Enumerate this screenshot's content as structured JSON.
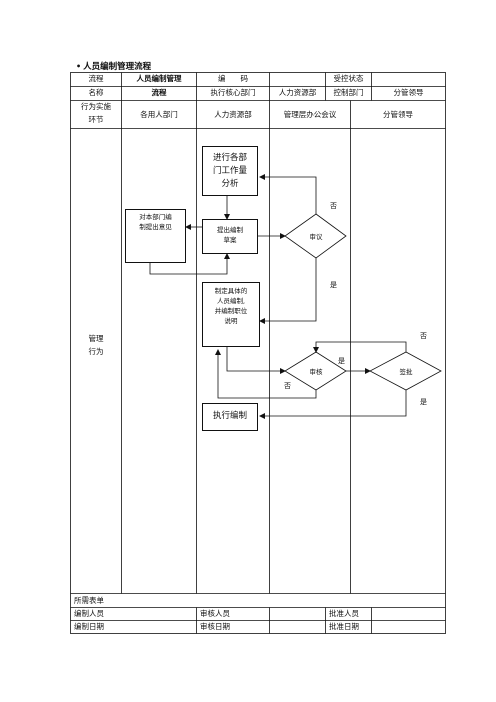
{
  "title": "人员编制管理流程",
  "header": {
    "row1": {
      "flow_label": "流程",
      "flow_name": "人员编制管理",
      "code_label": "编　　码",
      "status_label": "受控状态"
    },
    "row2": {
      "name_label": "名称",
      "flow_name_cont": "流程",
      "exec_dept": "执行核心部门",
      "hr_dept": "人力资源部",
      "ctrl_dept": "控制部门",
      "leader": "分管领导"
    },
    "row3": {
      "stage_label_1": "行为实施",
      "stage_label_2": "环节",
      "col1": "各用人部门",
      "col2": "人力资源部",
      "col3": "管理层办公会议",
      "col4": "分管领导"
    }
  },
  "left_label": {
    "line1": "管理",
    "line2": "行为"
  },
  "flow": {
    "analyze": "进行各部\n门工作量\n分析",
    "dept_opinion": "对本部门编\n制提出意见",
    "propose": "提出编制\n草案",
    "review1": "审议",
    "no1": "否",
    "yes1": "是",
    "formulate": "制定具体的\n人员编制,\n并编制职位\n说明",
    "review2": "审核",
    "yes2": "是",
    "no2": "否",
    "approve": "签批",
    "no3": "否",
    "yes3": "是",
    "execute": "执行编制"
  },
  "footer": {
    "forms_label": "所需表单",
    "drafter_label": "编制人员",
    "reviewer_label": "审核人员",
    "approver_label": "批准人员",
    "draft_date_label": "编制日期",
    "review_date_label": "审核日期",
    "approve_date_label": "批准日期"
  }
}
